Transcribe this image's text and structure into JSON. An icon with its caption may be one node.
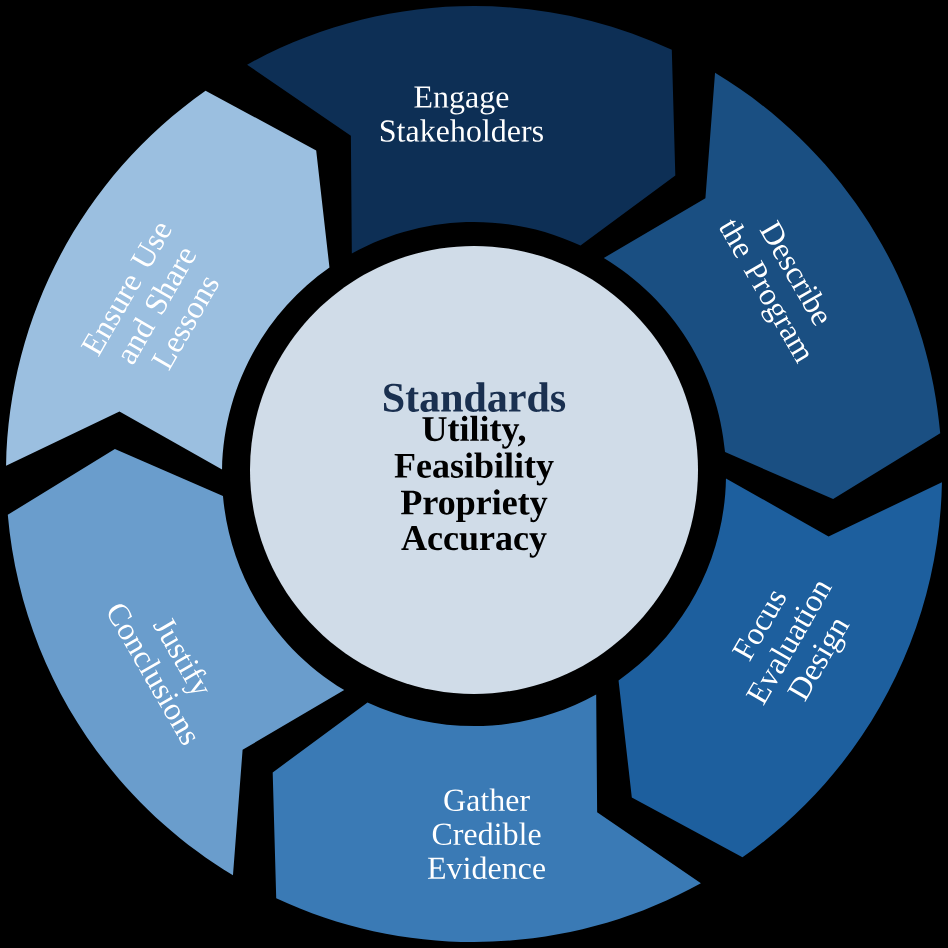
{
  "diagram": {
    "nodes": [
      {
        "text": [
          "Standards",
          "Utility,",
          "Feasibility",
          "Propriety",
          "Accuracy"
        ]
      },
      {
        "text": [
          "Engage Stakeholders"
        ]
      },
      {
        "text": [
          "Describe the Program"
        ]
      },
      {
        "text": [
          "Focus Evaluation Design"
        ]
      },
      {
        "text": [
          "Gather Credible Evidence"
        ]
      },
      {
        "text": [
          "Justify Conclusions"
        ]
      },
      {
        "text": [
          "Ensure Use and Share Lessons"
        ]
      }
    ]
  }
}
